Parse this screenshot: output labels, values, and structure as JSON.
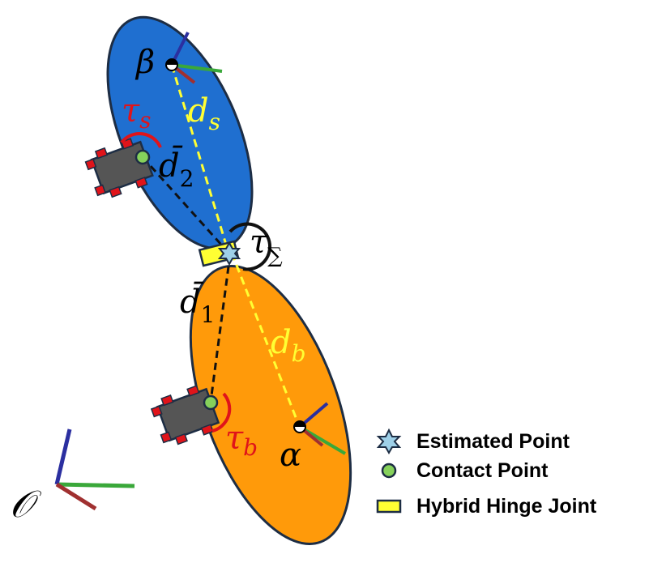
{
  "colors": {
    "link_s": "#1f6fd0",
    "link_b": "#ff9a0a",
    "outline": "#1d2d44",
    "contact_point": "#86d15b",
    "hinge_joint": "#ffff33",
    "estimated_point": "#9ed0e8",
    "robot_body": "#555555",
    "robot_wheels": "#e0141a",
    "torque_red": "#e0141a",
    "line_yellow": "#ffff33",
    "frame_x": "#3aa83a",
    "frame_y": "#2b2fa0",
    "frame_z": "#a03030"
  },
  "labels": {
    "beta": "β",
    "alpha": "α",
    "origin": "𝒪",
    "d_s_base": "d",
    "d_s_sub": "s",
    "d_b_base": "d",
    "d_b_sub": "b",
    "d2_base": "d̄",
    "d2_sub": "2",
    "d1_base": "d̄",
    "d1_sub": "1",
    "tau_s_base": "τ",
    "tau_s_sub": "s",
    "tau_b_base": "τ",
    "tau_b_sub": "b",
    "tau_sum_base": "τ",
    "tau_sum_sub": "∑"
  },
  "legend": {
    "items": [
      {
        "icon": "star-icon",
        "label": "Estimated Point"
      },
      {
        "icon": "circle-icon",
        "label": "Contact Point"
      },
      {
        "icon": "rectangle-icon",
        "label": "Hybrid Hinge Joint"
      }
    ]
  }
}
